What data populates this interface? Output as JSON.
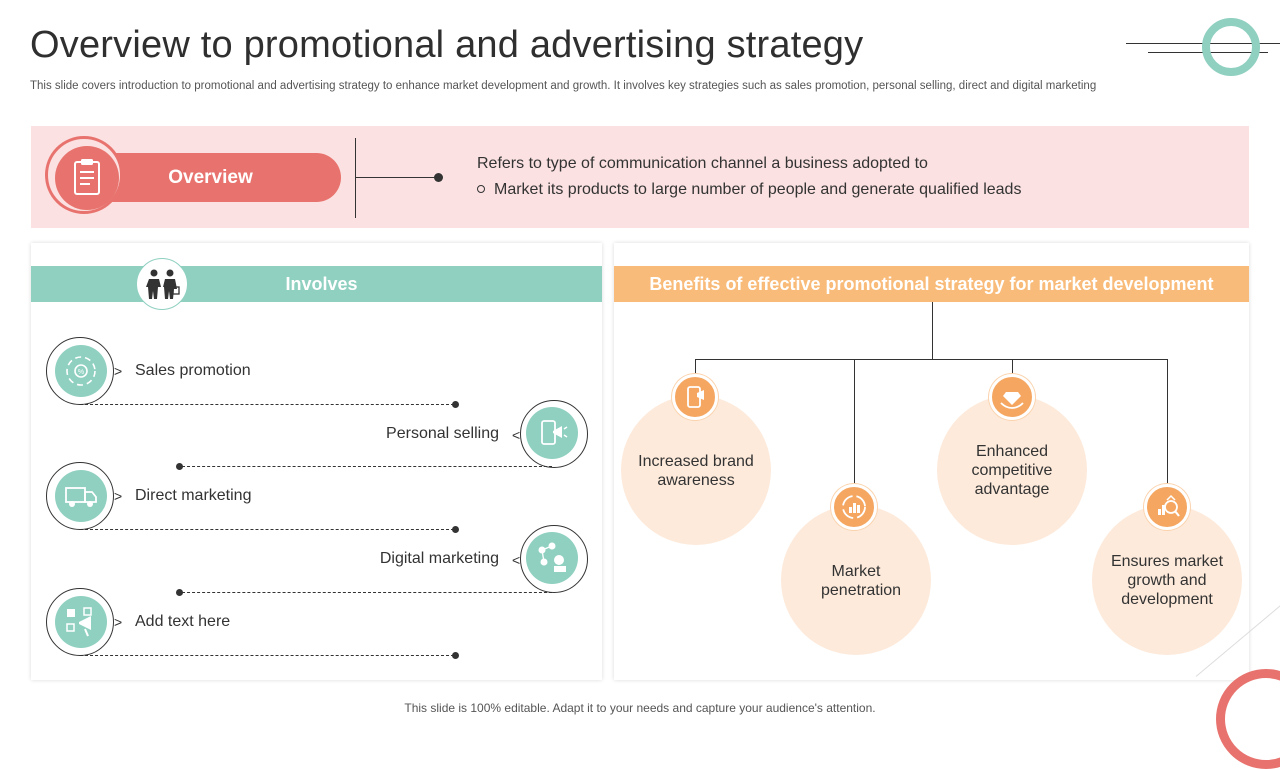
{
  "title": "Overview to promotional and advertising strategy",
  "subtitle": "This slide covers introduction to promotional and advertising strategy to enhance market development and growth. It involves key strategies such as sales promotion, personal selling, direct and digital marketing",
  "overview": {
    "label": "Overview",
    "line1": "Refers to type of communication channel a business adopted to",
    "line2": "Market its products to large number of people and generate qualified leads",
    "icon": "clipboard-icon"
  },
  "involves": {
    "header": "Involves",
    "header_icon": "people-handshake-icon",
    "items": [
      {
        "label": "Sales promotion",
        "icon": "promotion-cycle-icon"
      },
      {
        "label": "Personal selling",
        "icon": "mobile-megaphone-icon"
      },
      {
        "label": "Direct marketing",
        "icon": "delivery-truck-icon"
      },
      {
        "label": "Digital marketing",
        "icon": "digital-network-icon"
      },
      {
        "label": "Add text here",
        "icon": "puzzle-megaphone-icon"
      }
    ]
  },
  "benefits": {
    "header": "Benefits of effective promotional strategy for market development",
    "items": [
      {
        "label": "Increased brand awareness",
        "icon": "mobile-brand-icon"
      },
      {
        "label": "Market penetration",
        "icon": "target-chart-icon"
      },
      {
        "label": "Enhanced competitive advantage",
        "icon": "diamond-hand-icon"
      },
      {
        "label": "Ensures market growth and development",
        "icon": "growth-search-icon"
      }
    ]
  },
  "footer": "This slide is 100% editable. Adapt it to your needs and capture your audience's attention.",
  "colors": {
    "coral": "#e8736e",
    "teal": "#8fd0c0",
    "orange": "#f9bb79",
    "pink_bg": "#fbe1e1",
    "peach": "#fdeadb"
  }
}
